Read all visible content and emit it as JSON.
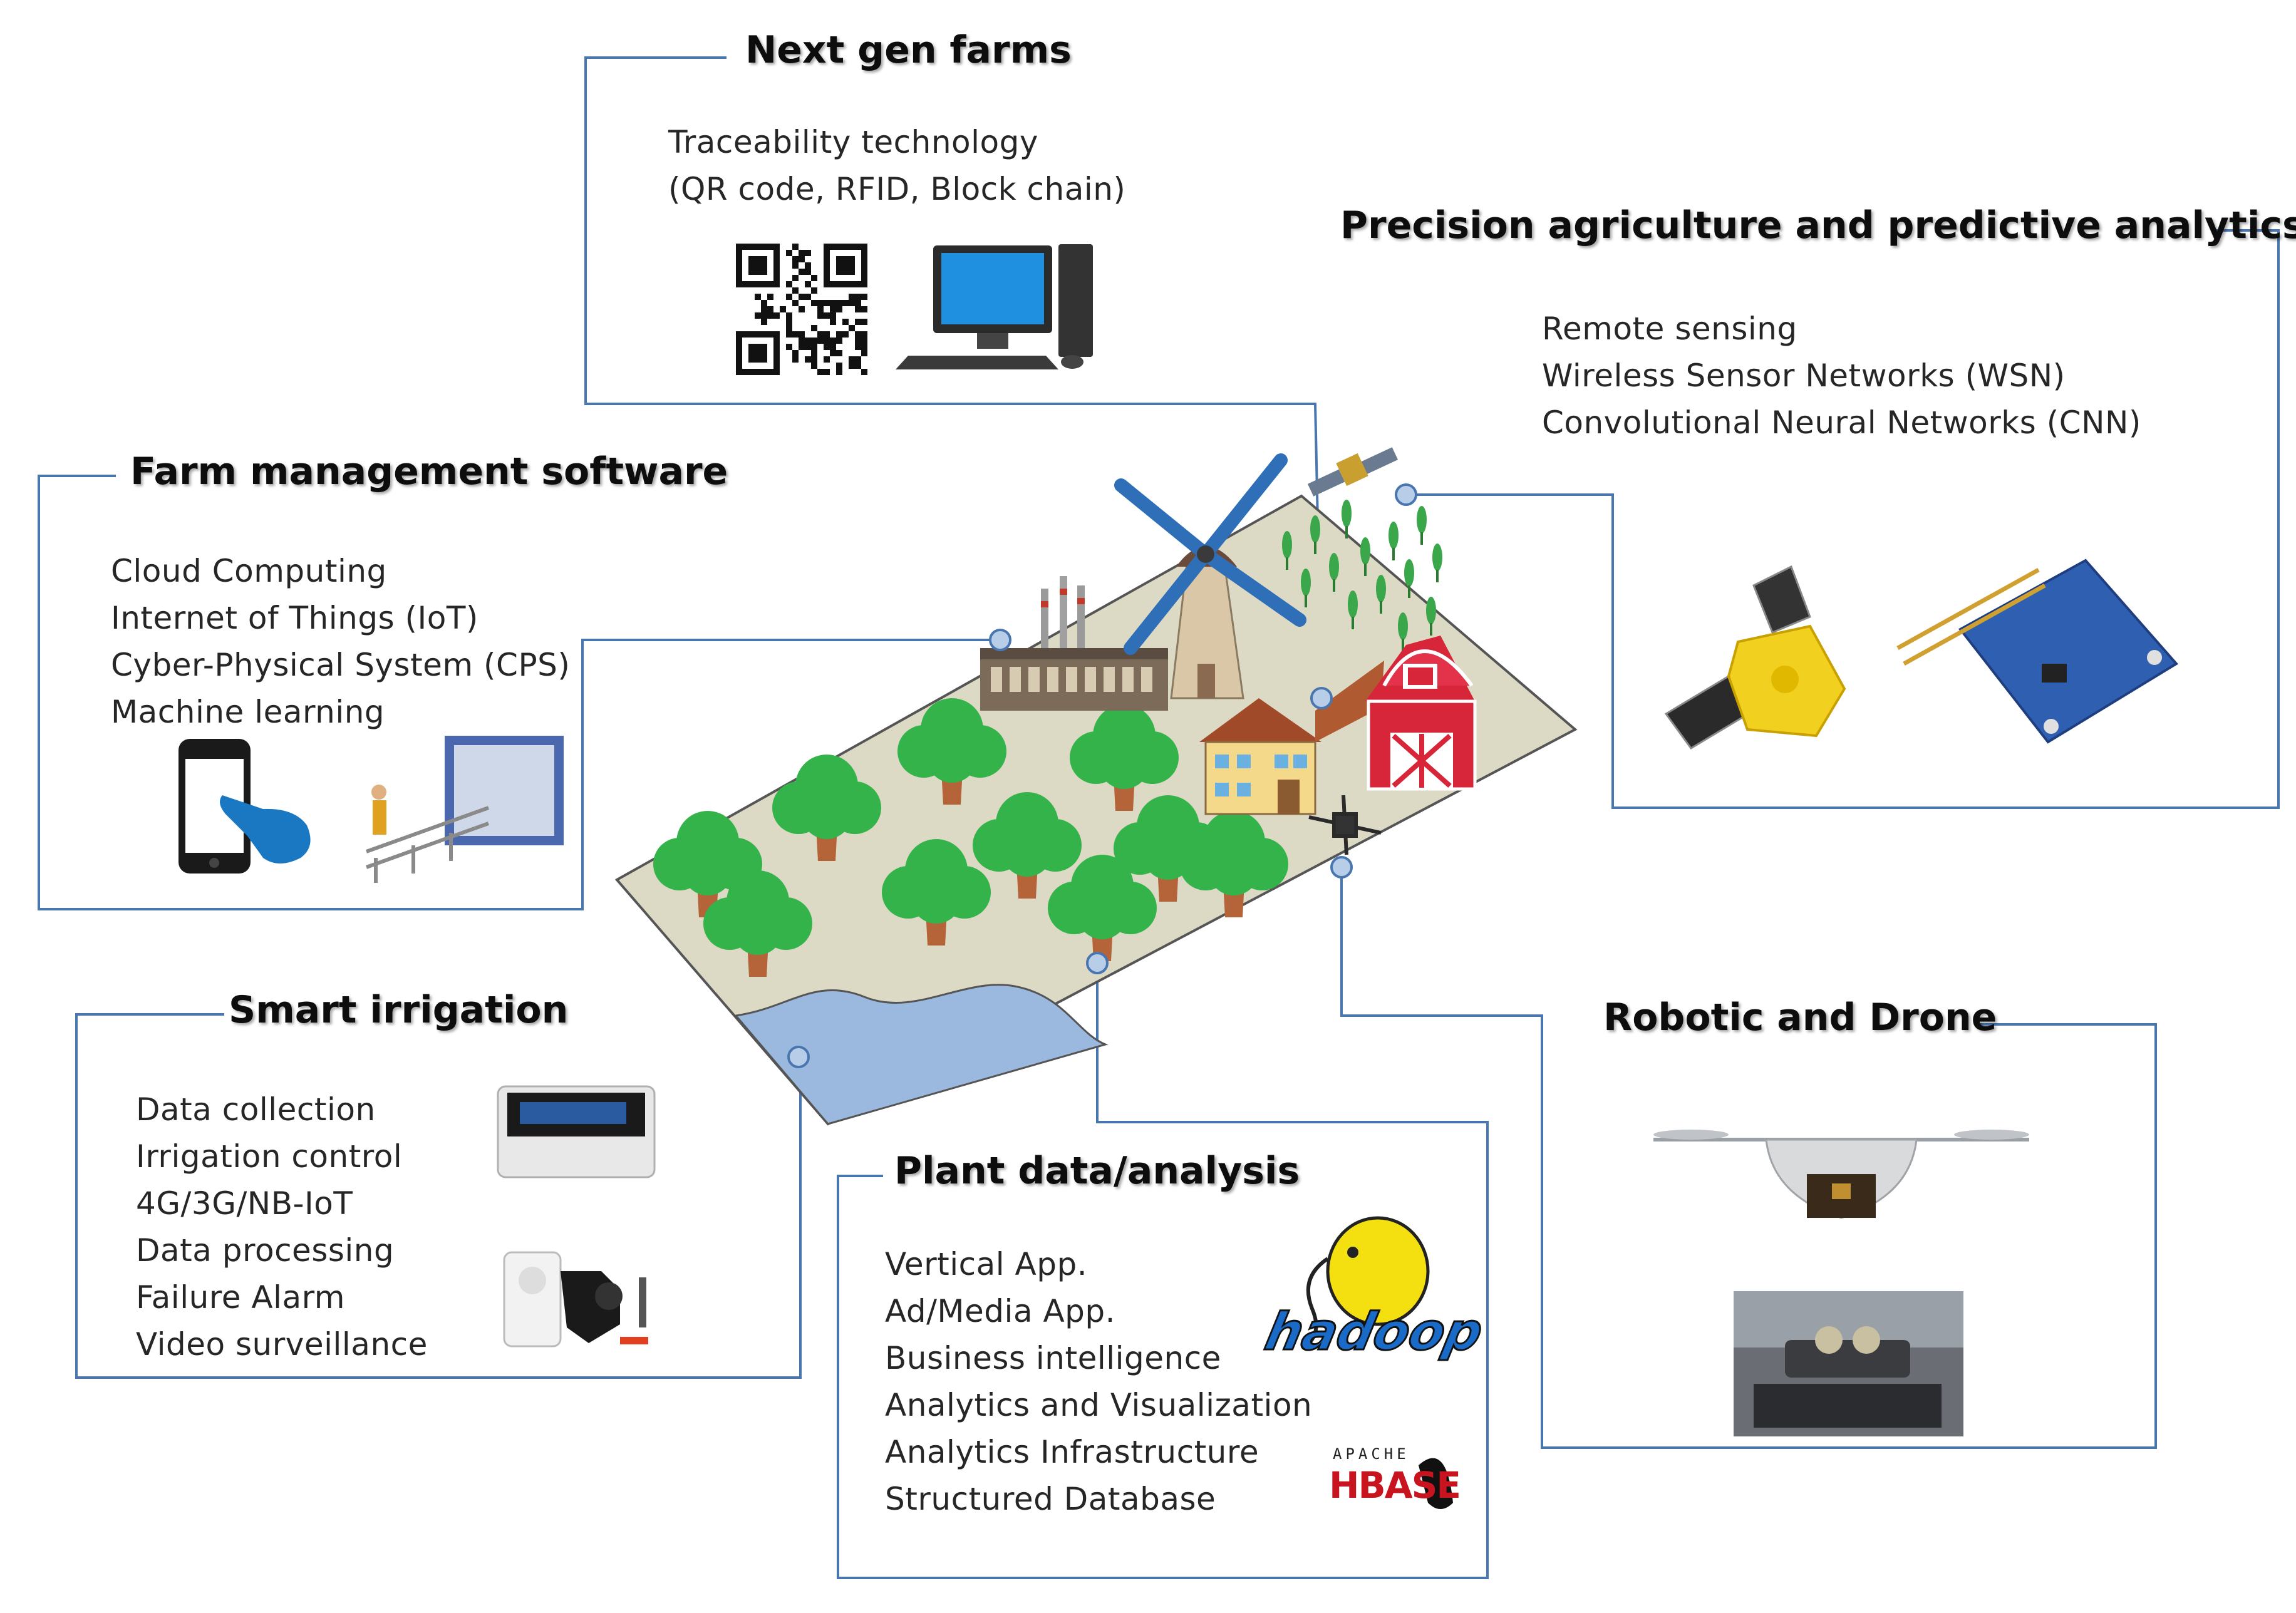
{
  "sections": {
    "next_gen_farms": {
      "title": "Next gen farms",
      "items": [
        "Traceability technology",
        "(QR code, RFID, Block chain)"
      ]
    },
    "precision_agriculture": {
      "title": "Precision agriculture and predictive analytics",
      "items": [
        "Remote sensing",
        "Wireless  Sensor Networks  (WSN)",
        "Convolutional Neural Networks  (CNN)"
      ]
    },
    "farm_management": {
      "title": "Farm management software",
      "items": [
        "Cloud Computing",
        "Internet of Things (IoT)",
        "Cyber-Physical System (CPS)",
        "Machine learning"
      ]
    },
    "smart_irrigation": {
      "title": "Smart irrigation",
      "items": [
        "Data collection",
        "Irrigation control",
        "4G/3G/NB-IoT",
        "Data processing",
        "Failure Alarm",
        "Video surveillance"
      ]
    },
    "plant_data": {
      "title": "Plant data/analysis",
      "items": [
        "Vertical App.",
        "Ad/Media  App.",
        "Business intelligence",
        "Analytics and Visualization",
        "Analytics Infrastructure",
        "Structured  Database"
      ]
    },
    "robotic_drone": {
      "title": "Robotic and Drone"
    }
  },
  "logos": {
    "hadoop": "hadoop",
    "hbase_top": "APACHE",
    "hbase": "HBASE"
  },
  "colors": {
    "frame": "#4a76b0",
    "field": "#dcd9c5",
    "water": "#9bb8de",
    "tree": "#34b34a",
    "trunk": "#b5643a",
    "barn": "#d7263a"
  }
}
